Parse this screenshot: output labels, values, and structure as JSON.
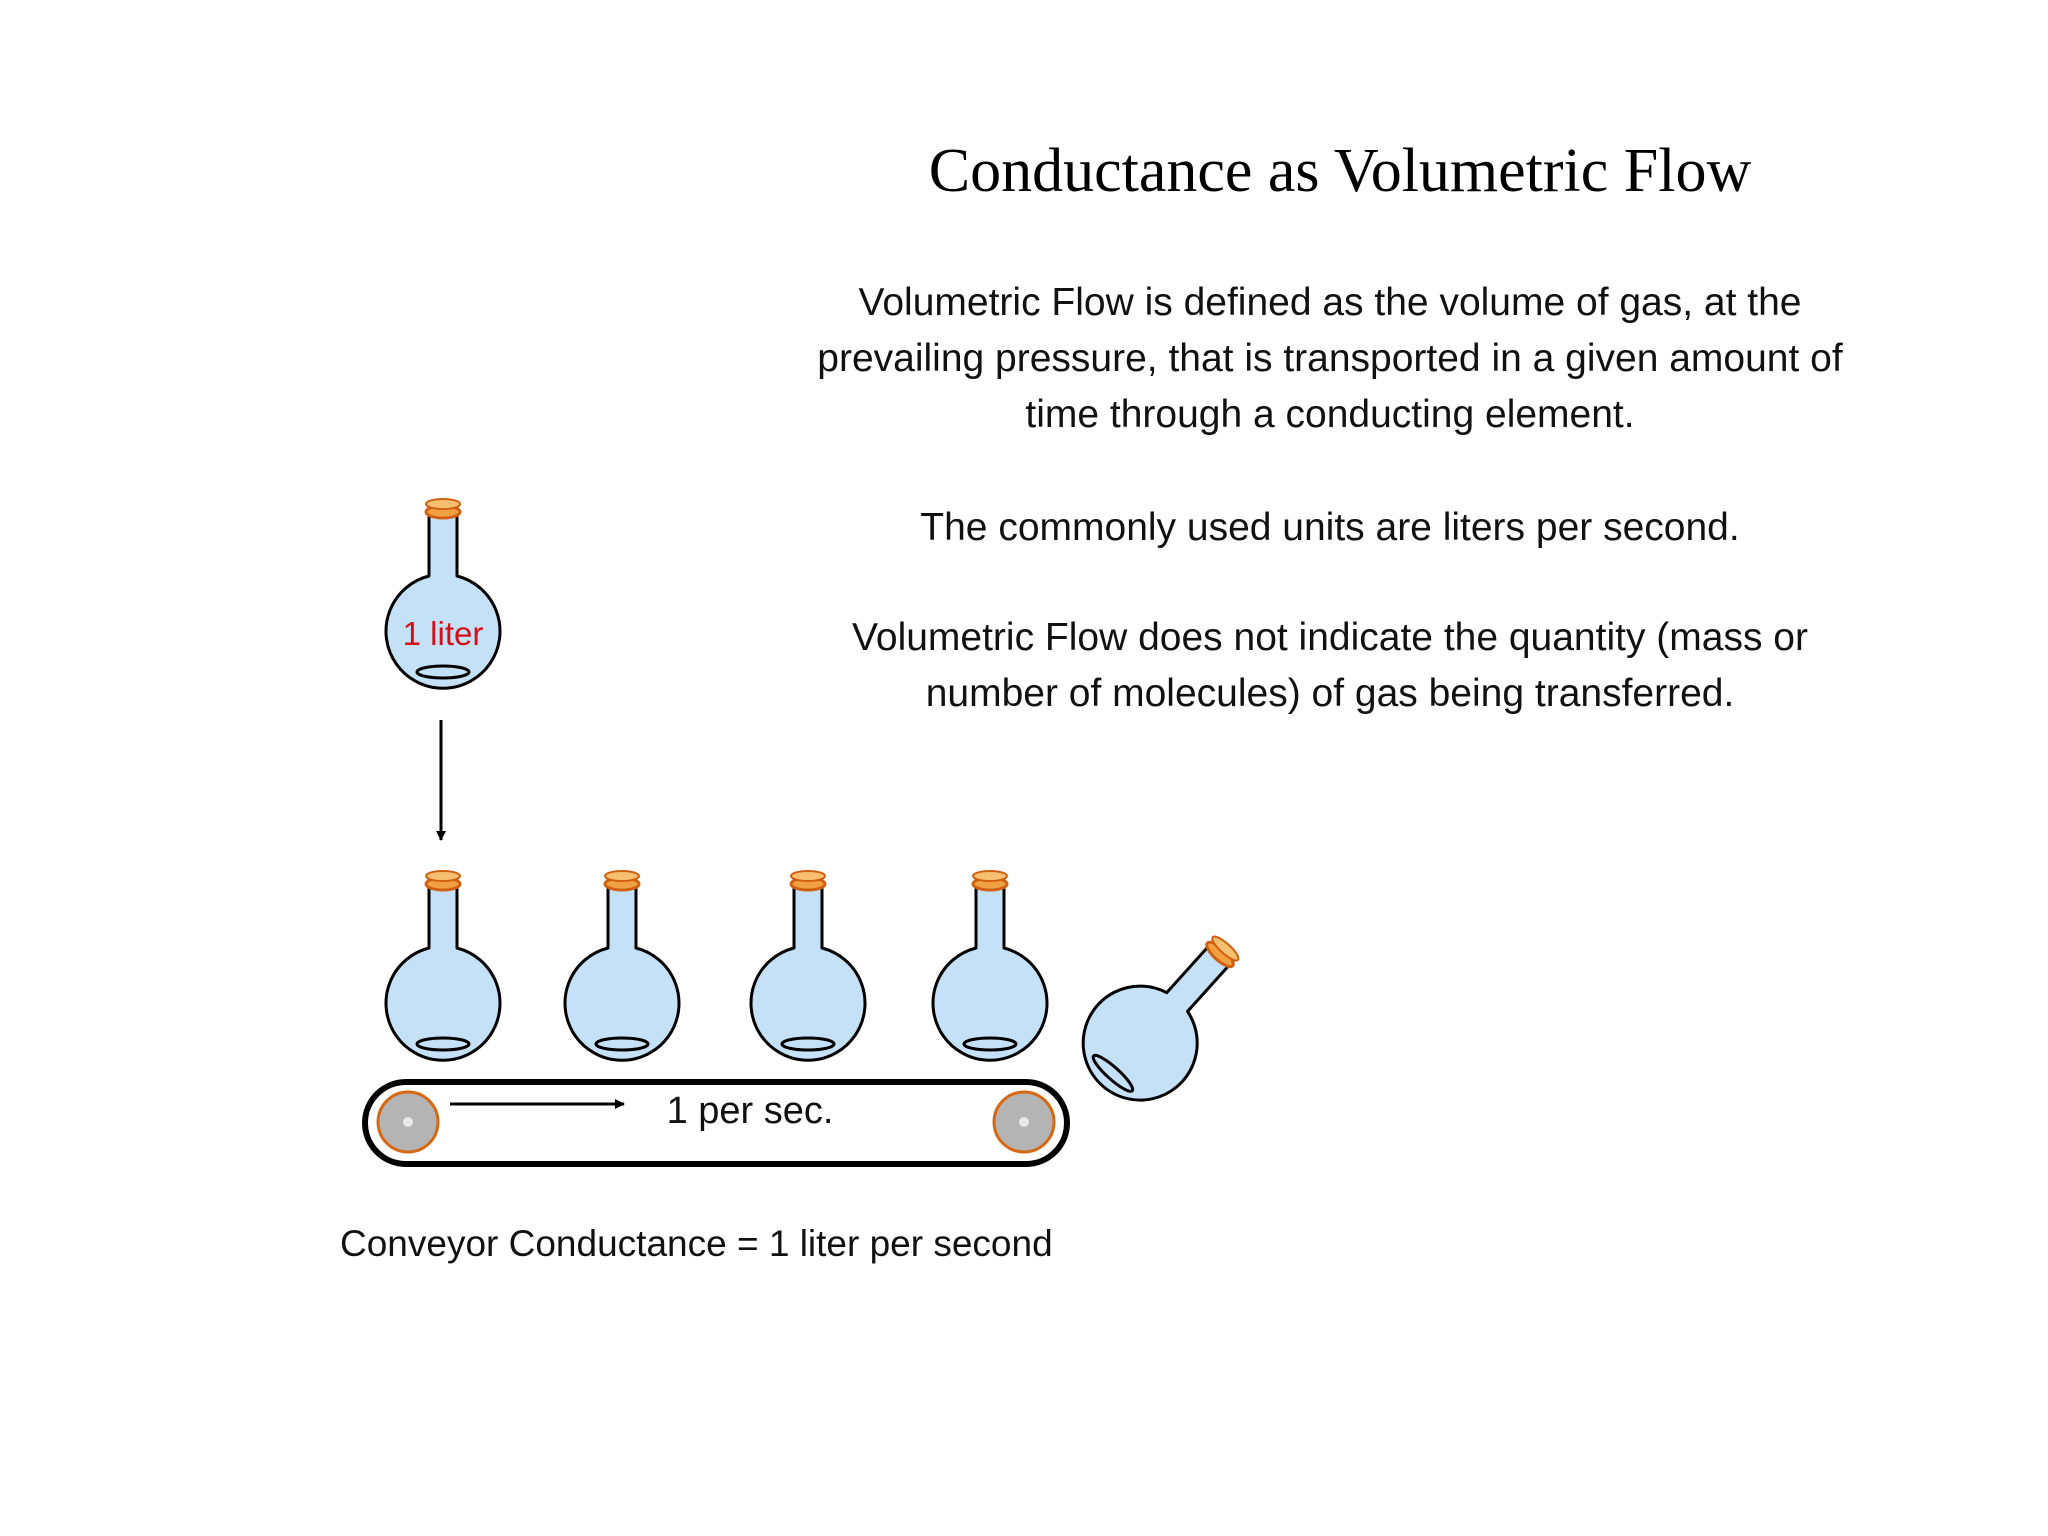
{
  "title": "Conductance as Volumetric Flow",
  "paragraphs": [
    "Volumetric Flow is defined as the volume of gas, at the prevailing pressure, that is transported in a given amount of time through a conducting element.",
    "The commonly used units are liters per second.",
    "Volumetric Flow does not indicate the quantity (mass or number of molecules) of gas being transferred."
  ],
  "flask_label": "1 liter",
  "belt_label": "1 per sec.",
  "caption": "Conveyor Conductance = 1 liter per second",
  "colors": {
    "flask_fill": "#c4e1f8",
    "stopper": "#f0a040",
    "stopper_outline": "#d06010",
    "roller_fill": "#b4b4b4",
    "roller_outline": "#d86810",
    "label_red": "#d3101a"
  }
}
